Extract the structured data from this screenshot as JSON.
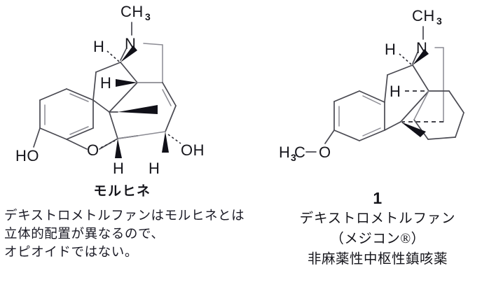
{
  "figure": {
    "kind": "chemistry-structure-figure",
    "background_color": "#ffffff",
    "line_color": "#4a4a52",
    "text_color": "#15151b"
  },
  "left_structure": {
    "name": "morphine-skeletal-structure",
    "caption": "モルヒネ",
    "atom_labels": {
      "n_methyl": "CH",
      "n_methyl_sub": "3",
      "nitrogen": "N",
      "h_upper": "H",
      "h_mid": "H",
      "ho": "HO",
      "ether_o": "O",
      "h_left_lower": "H",
      "h_right_lower": "H",
      "oh": "OH"
    }
  },
  "right_structure": {
    "name": "dextromethorphan-skeletal-structure",
    "atom_labels": {
      "n_methyl": "CH",
      "n_methyl_sub": "3",
      "nitrogen": "N",
      "h_upper": "H",
      "h_mid": "H",
      "methoxy_c": "H",
      "methoxy_c_sub": "3",
      "methoxy_c2": "C",
      "methoxy_o": "O"
    }
  },
  "note": {
    "lines": [
      "デキストロメトルファンはモルヒネとは",
      "立体的配置が異なるので、",
      "オピオイドではない。"
    ]
  },
  "right_caption": {
    "number": "1",
    "name": "デキストロメトルファン",
    "brand": "（メジコン®）",
    "drug_class": "非麻薬性中枢性鎮咳薬"
  }
}
